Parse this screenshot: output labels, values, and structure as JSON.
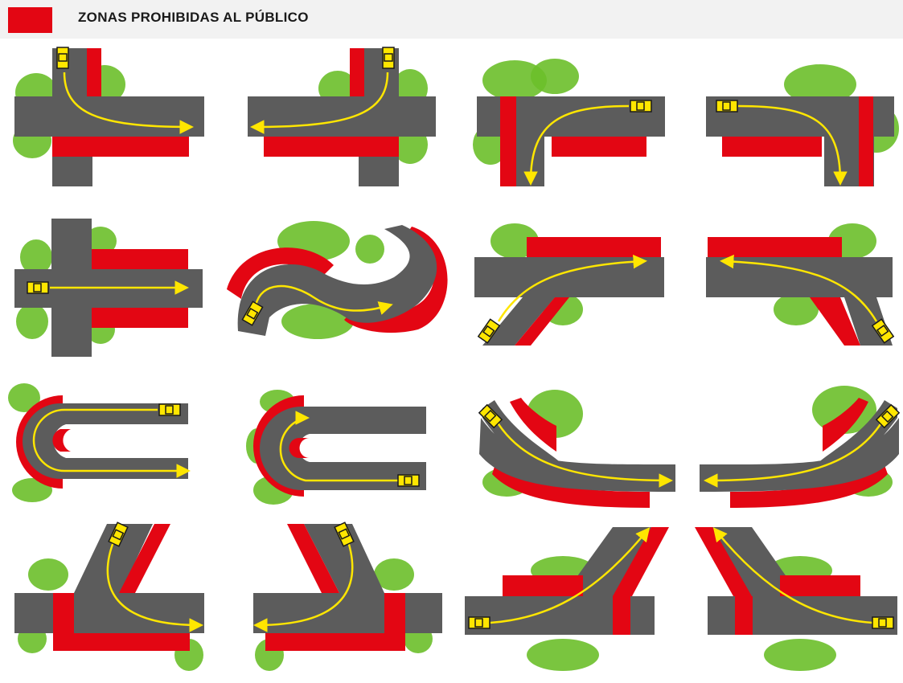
{
  "legend": {
    "label": "ZONAS PROHIBIDAS AL PÚBLICO",
    "color_name": "forbidden-zone-red"
  },
  "colors": {
    "road": "#5c5c5c",
    "forbidden_zone": "#e30613",
    "trajectory": "#ffe600",
    "car_fill": "#ffe600",
    "car_outline": "#1a1a1a",
    "vegetation": "#6cbf2a",
    "legend_band": "#f2f2f2"
  },
  "diagrams": [
    {
      "row": 1,
      "col": 1,
      "turn": "left-right",
      "icon": "rally-car-icon"
    },
    {
      "row": 1,
      "col": 2,
      "turn": "right-left",
      "icon": "rally-car-icon"
    },
    {
      "row": 1,
      "col": 3,
      "turn": "right-down",
      "icon": "rally-car-icon"
    },
    {
      "row": 1,
      "col": 4,
      "turn": "left-down",
      "icon": "rally-car-icon"
    },
    {
      "row": 2,
      "col": 1,
      "turn": "straight-crossroad",
      "icon": "rally-car-icon"
    },
    {
      "row": 2,
      "col": 2,
      "turn": "s-curve-hairpin",
      "icon": "rally-car-icon"
    },
    {
      "row": 2,
      "col": 3,
      "turn": "oblique-right",
      "icon": "rally-car-icon"
    },
    {
      "row": 2,
      "col": 4,
      "turn": "oblique-left",
      "icon": "rally-car-icon"
    },
    {
      "row": 3,
      "col": 1,
      "turn": "hairpin-left",
      "icon": "rally-car-icon"
    },
    {
      "row": 3,
      "col": 2,
      "turn": "hairpin-right",
      "icon": "rally-car-icon"
    },
    {
      "row": 3,
      "col": 3,
      "turn": "curve-right",
      "icon": "rally-car-icon"
    },
    {
      "row": 3,
      "col": 4,
      "turn": "curve-left",
      "icon": "rally-car-icon"
    },
    {
      "row": 4,
      "col": 1,
      "turn": "sharp-right",
      "icon": "rally-car-icon"
    },
    {
      "row": 4,
      "col": 2,
      "turn": "sharp-left",
      "icon": "rally-car-icon"
    },
    {
      "row": 4,
      "col": 3,
      "turn": "fork-right",
      "icon": "rally-car-icon"
    },
    {
      "row": 4,
      "col": 4,
      "turn": "fork-left",
      "icon": "rally-car-icon"
    }
  ]
}
